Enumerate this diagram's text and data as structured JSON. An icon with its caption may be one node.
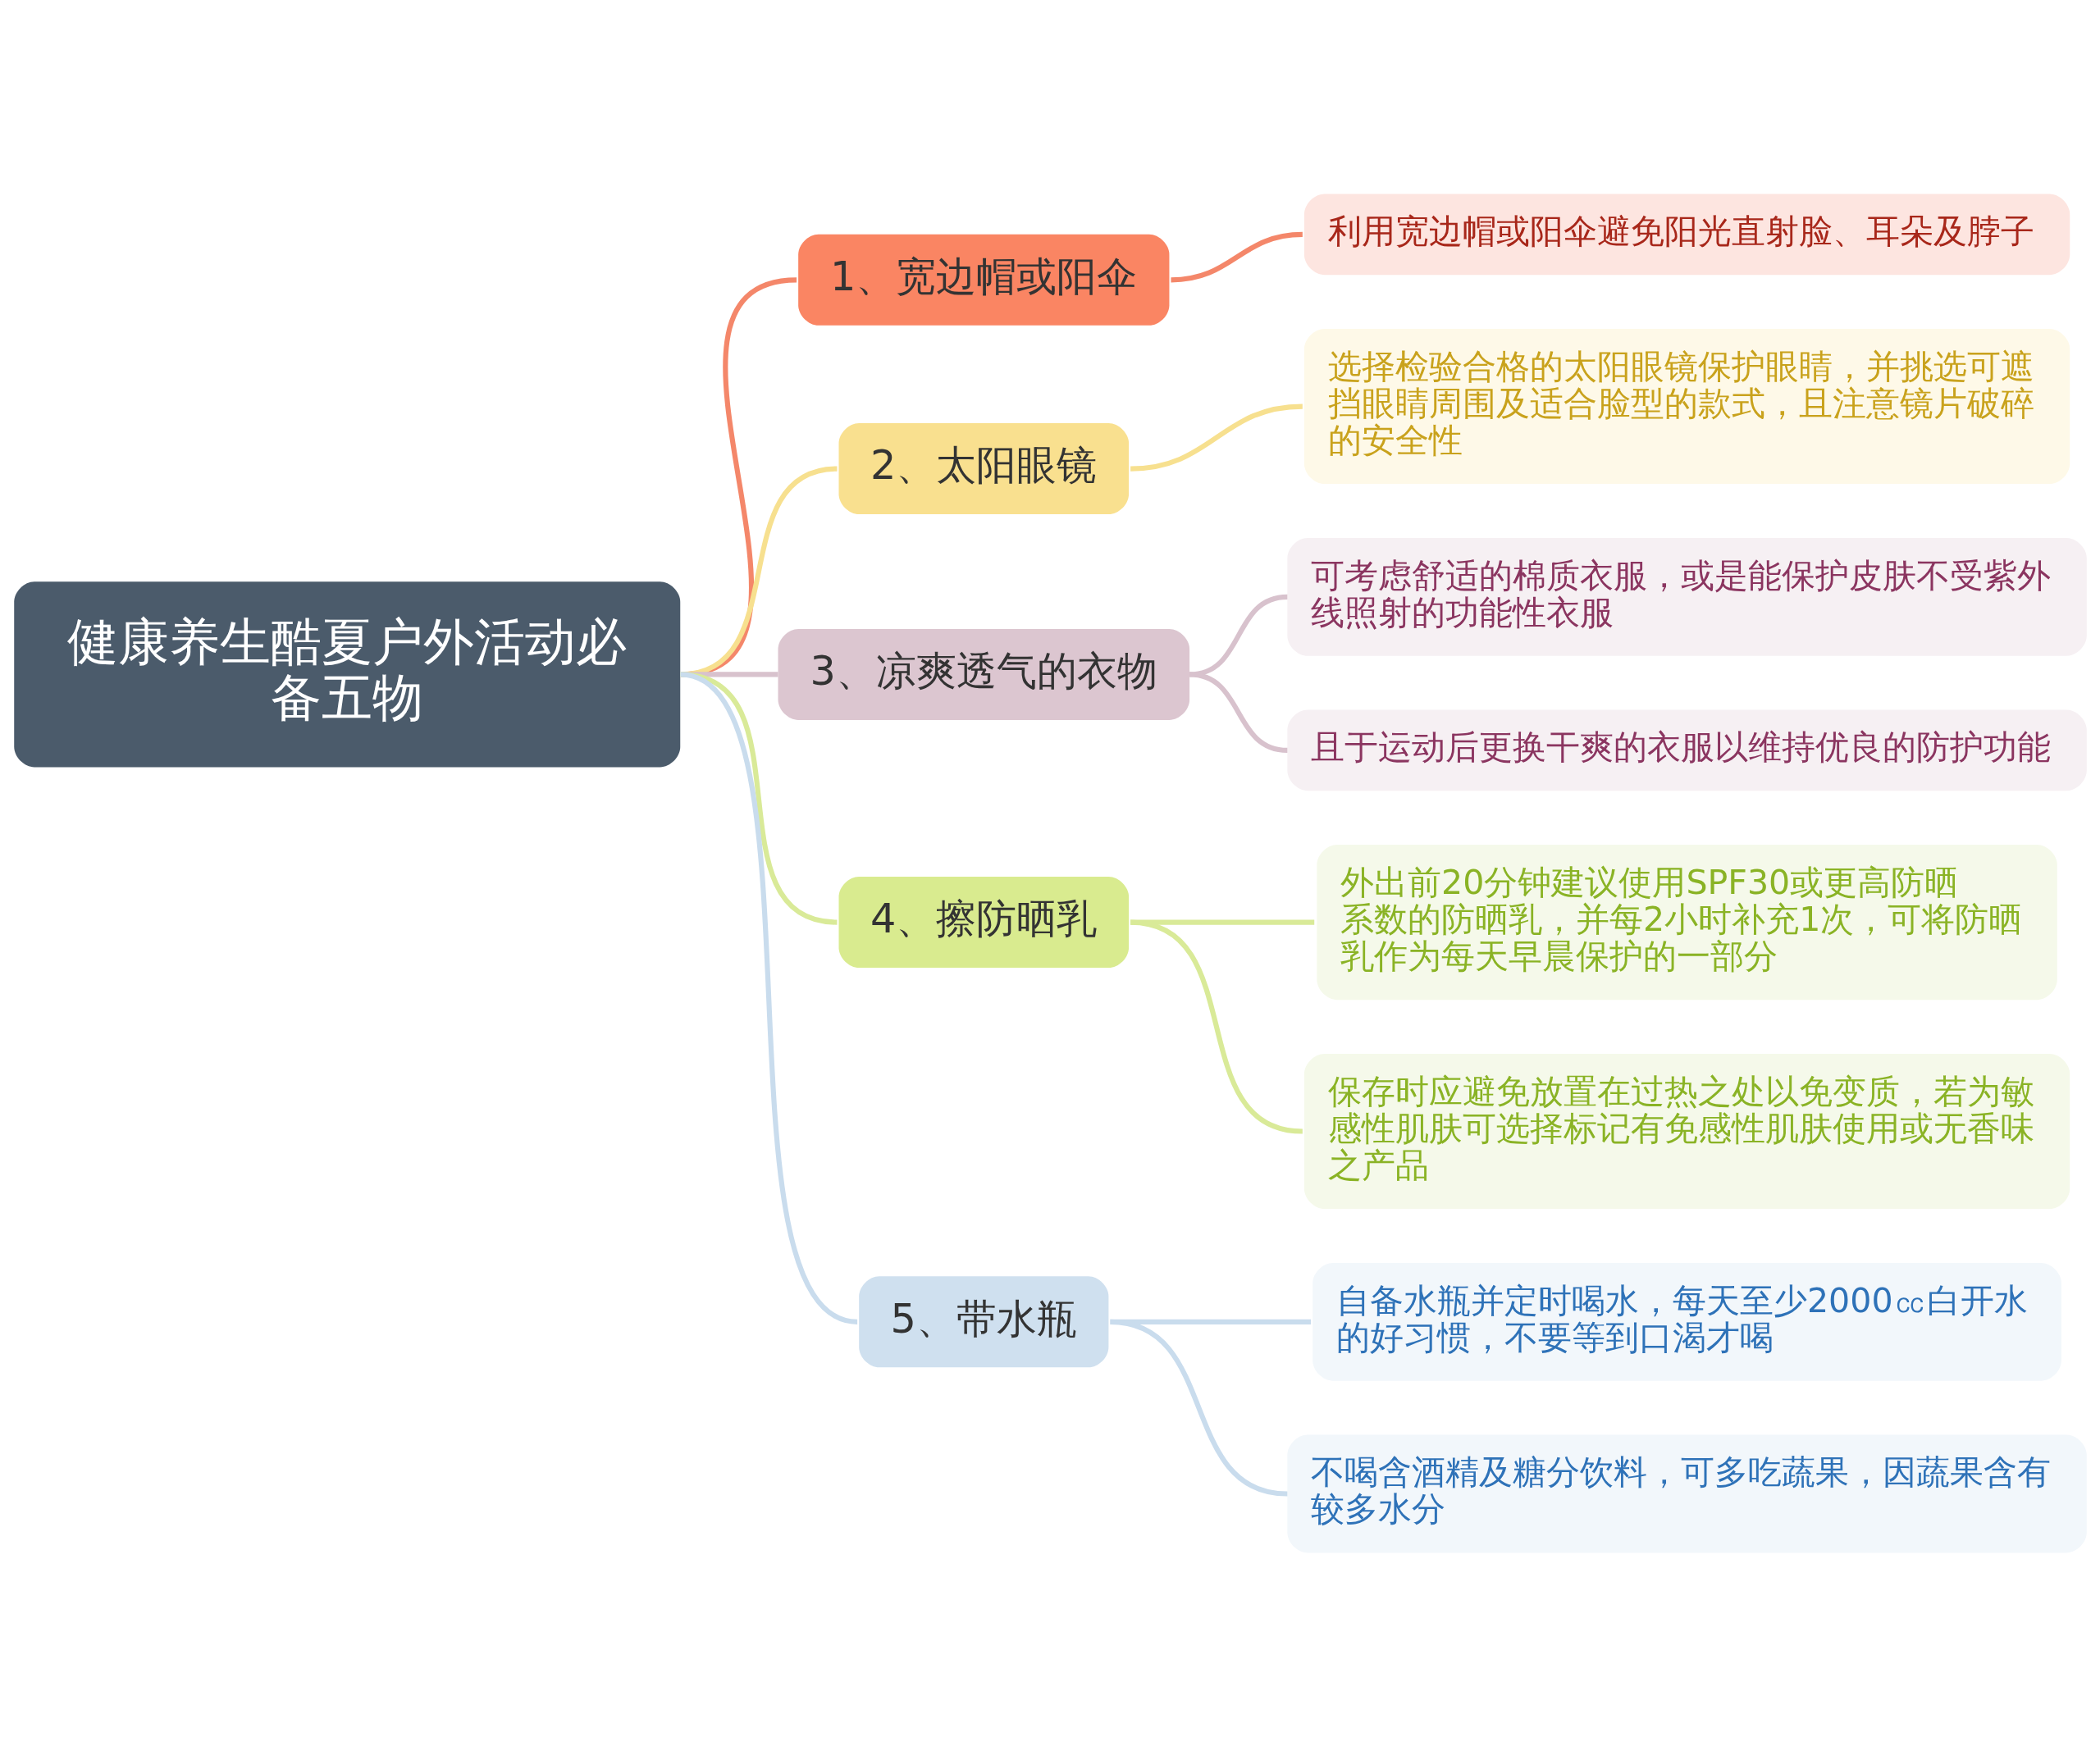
{
  "diagram": {
    "nodes": [
      {
        "text": [
          "健康养生酷夏户外活动必备五物"
        ]
      },
      {
        "text": [
          "1、宽边帽或阳伞"
        ]
      },
      {
        "text": [
          "利用宽边帽或阳伞避免阳光直射脸、耳朵及脖子"
        ]
      },
      {
        "text": [
          "2、太阳眼镜"
        ]
      },
      {
        "text": [
          "选择检验合格的太阳眼镜保护眼睛，并挑选可遮挡眼睛周围及适合脸型的款式，且注意镜片破碎的安全性"
        ]
      },
      {
        "text": [
          "3、凉爽透气的衣物"
        ]
      },
      {
        "text": [
          "可考虑舒适的棉质衣服，或是能保护皮肤不受紫外线照射的功能性衣服"
        ]
      },
      {
        "text": [
          "且于运动后更换干爽的衣服以维持优良的防护功能"
        ]
      },
      {
        "text": [
          "4、擦防晒乳"
        ]
      },
      {
        "text": [
          "外出前20分钟建议使用SPF30或更高防晒系数的防晒乳，并每2小时补充1次，可将防晒乳作为每天早晨保护的一部分"
        ]
      },
      {
        "text": [
          "保存时应避免放置在过热之处以免变质，若为敏感性肌肤可选择标记有免感性肌肤使用或无香味之产品"
        ]
      },
      {
        "text": [
          "5、带水瓶"
        ]
      },
      {
        "text": [
          "自备水瓶并定时喝水，每天至少2000㏄白开水的好习惯，不要等到口渴才喝"
        ]
      },
      {
        "text": [
          "不喝含酒精及糖分饮料，可多吃蔬果，因蔬果含有较多水分"
        ]
      }
    ],
    "edges": [
      {
        "from": 0,
        "to": 1,
        "arrow": "none",
        "color": "#f4876a"
      },
      {
        "from": 1,
        "to": 2,
        "arrow": "none",
        "color": "#f4876a"
      },
      {
        "from": 0,
        "to": 3,
        "arrow": "none",
        "color": "#f7e08f"
      },
      {
        "from": 3,
        "to": 4,
        "arrow": "none",
        "color": "#f7e08f"
      },
      {
        "from": 0,
        "to": 5,
        "arrow": "none",
        "color": "#d8c2cd"
      },
      {
        "from": 5,
        "to": 6,
        "arrow": "none",
        "color": "#d8c2cd"
      },
      {
        "from": 5,
        "to": 7,
        "arrow": "none",
        "color": "#d8c2cd"
      },
      {
        "from": 0,
        "to": 8,
        "arrow": "none",
        "color": "#d9ea98"
      },
      {
        "from": 8,
        "to": 9,
        "arrow": "none",
        "color": "#d9ea98"
      },
      {
        "from": 8,
        "to": 10,
        "arrow": "none",
        "color": "#d9ea98"
      },
      {
        "from": 0,
        "to": 11,
        "arrow": "none",
        "color": "#c9dced"
      },
      {
        "from": 11,
        "to": 12,
        "arrow": "none",
        "color": "#c9dced"
      },
      {
        "from": 11,
        "to": 13,
        "arrow": "none",
        "color": "#c9dced"
      }
    ]
  }
}
